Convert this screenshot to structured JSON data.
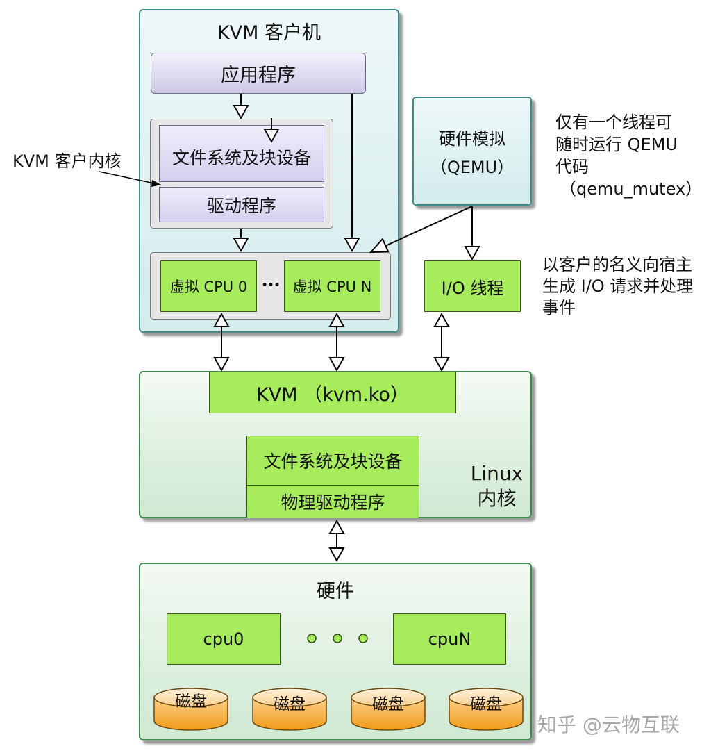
{
  "guest": {
    "title": "KVM 客户机",
    "app": "应用程序",
    "fs": "文件系统及块设备",
    "driver": "驱动程序",
    "vcpu0": "虚拟 CPU 0",
    "vcpun": "虚拟 CPU N",
    "dots": "•••"
  },
  "kernel_label": "KVM 客户内核",
  "emulation": {
    "line1": "硬件模拟",
    "line2": "（QEMU）"
  },
  "note_mutex": [
    "仅有一个线程可",
    "随时运行 QEMU",
    "代码",
    "（qemu_mutex）"
  ],
  "io_thread": "I/O 线程",
  "note_io": [
    "以客户的名义向宿主",
    "生成 I/O 请求并处理",
    "事件"
  ],
  "linux": {
    "kvm": "KVM （kvm.ko）",
    "fs": "文件系统及块设备",
    "driver": "物理驱动程序",
    "label_line1": "Linux",
    "label_line2": "内核"
  },
  "hardware": {
    "title": "硬件",
    "cpu0": "cpu0",
    "cpun": "cpuN",
    "disks": [
      "磁盘",
      "磁盘",
      "磁盘",
      "磁盘"
    ]
  },
  "watermark": "知乎 @云物互联",
  "colors": {
    "lime": "#a7ec5a",
    "teal_border": "#3e8c8c",
    "green_border": "#3e8a4f",
    "disk": "#f5a623"
  }
}
